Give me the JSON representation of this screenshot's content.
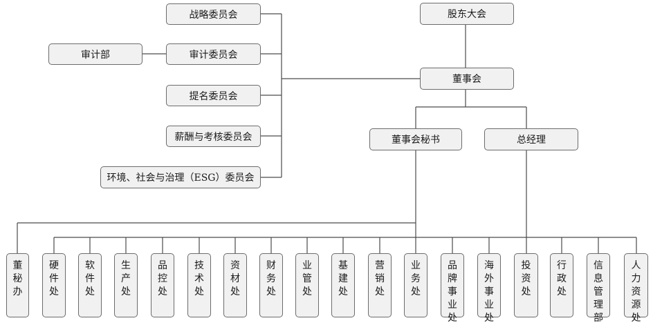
{
  "top": {
    "shareholders": "股东大会",
    "board": "董事会",
    "board_secretary": "董事会秘书",
    "general_manager": "总经理"
  },
  "committees": [
    "战略委员会",
    "审计委员会",
    "提名委员会",
    "薪酬与考核委员会",
    "环境、社会与治理（ESG）委员会"
  ],
  "audit_dept": "审计部",
  "departments": [
    "董秘办",
    "硬件处",
    "软件处",
    "生产处",
    "品控处",
    "技术处",
    "资材处",
    "财务处",
    "业管处",
    "基建处",
    "营销处",
    "业务处",
    "品牌事业处",
    "海外事业处",
    "投资处",
    "行政处",
    "信息管理部",
    "人力资源处"
  ]
}
